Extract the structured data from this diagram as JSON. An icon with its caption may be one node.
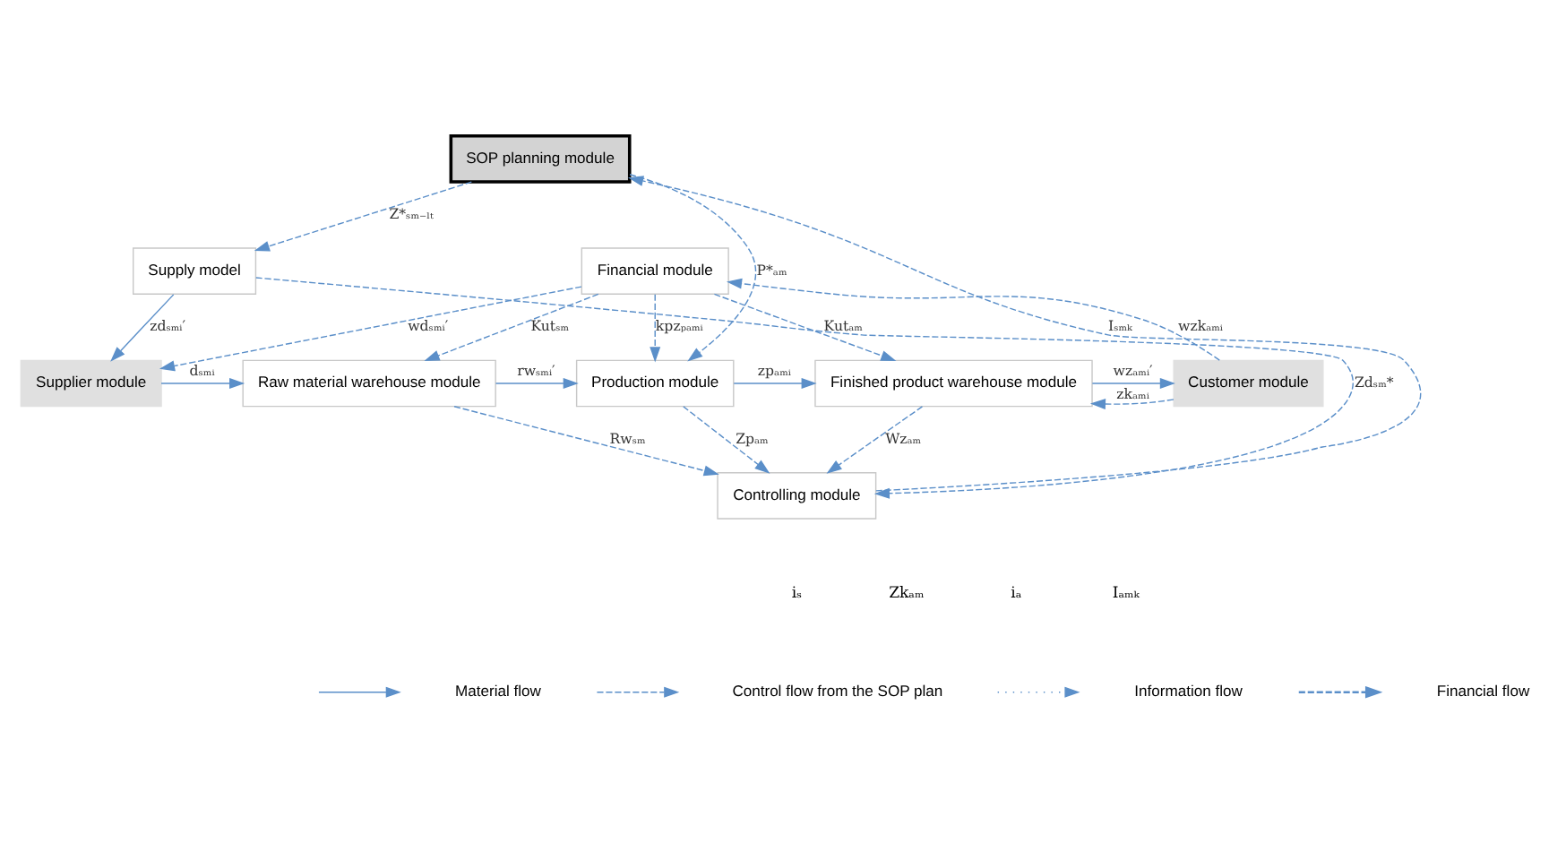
{
  "diagram": {
    "nodes": [
      {
        "text": [
          "SOP planning module"
        ]
      },
      {
        "text": [
          "Supply model"
        ]
      },
      {
        "text": [
          "Financial module"
        ]
      },
      {
        "text": [
          "Supplier module"
        ]
      },
      {
        "text": [
          "Raw material warehouse module"
        ]
      },
      {
        "text": [
          "Production module"
        ]
      },
      {
        "text": [
          "Finished product warehouse module"
        ]
      },
      {
        "text": [
          "Customer module"
        ]
      },
      {
        "text": [
          "Controlling module"
        ]
      }
    ],
    "edges": [
      {
        "from": 0,
        "to": 1,
        "arrow": "to",
        "style": "dashed",
        "label": "Z*ₛₘ₋ₗₜ"
      },
      {
        "from": 0,
        "to": 5,
        "arrow": "to",
        "style": "dashed",
        "label": "P*ₐₘ"
      },
      {
        "from": 1,
        "to": 3,
        "arrow": "to",
        "label": "zdₛₘᵢ′"
      },
      {
        "from": 3,
        "to": 4,
        "arrow": "to",
        "label": "dₛₘᵢ"
      },
      {
        "from": 4,
        "to": 5,
        "arrow": "to",
        "label": "rwₛₘᵢ′"
      },
      {
        "from": 5,
        "to": 6,
        "arrow": "to",
        "label": "zpₐₘᵢ"
      },
      {
        "from": 6,
        "to": 7,
        "arrow": "to",
        "label": "wzₐₘᵢ′"
      },
      {
        "from": 2,
        "to": 3,
        "arrow": "to",
        "style": "dashed",
        "label": "wdₛₘᵢ′"
      },
      {
        "from": 2,
        "to": 4,
        "arrow": "to",
        "style": "dashed",
        "label": "Kutₛₘ"
      },
      {
        "from": 2,
        "to": 5,
        "arrow": "to",
        "style": "dashed",
        "label": "kpzₚₐₘᵢ"
      },
      {
        "from": 2,
        "to": 6,
        "arrow": "to",
        "style": "dashed",
        "label": "Kutₐₘ"
      },
      {
        "from": 7,
        "to": 2,
        "arrow": "to",
        "style": "dashed",
        "label": "wzkₐₘᵢ"
      },
      {
        "from": 7,
        "to": 6,
        "arrow": "to",
        "style": "dashed",
        "label": "zkₐₘᵢ"
      },
      {
        "from": 1,
        "to": 8,
        "arrow": "to",
        "style": "dashed",
        "label": "Zdₛₘ*"
      },
      {
        "from": 4,
        "to": 8,
        "arrow": "to",
        "style": "dashed",
        "label": "Rwₛₘ"
      },
      {
        "from": 5,
        "to": 8,
        "arrow": "to",
        "style": "dashed",
        "label": "Zpₐₘ"
      },
      {
        "from": 6,
        "to": 8,
        "arrow": "to",
        "style": "dashed",
        "label": "Wzₐₘ"
      },
      {
        "from": 8,
        "to": 0,
        "arrow": "to",
        "style": "dashed",
        "label": "Iₛₘₖ"
      }
    ],
    "labels": [
      "iₛ",
      "Zkₐₘ",
      "iₐ",
      "Iₐₘₖ"
    ],
    "legend": [
      {
        "text": "Material flow"
      },
      {
        "text": "Control flow from the SOP plan"
      },
      {
        "text": "Information flow"
      },
      {
        "text": "Financial flow"
      }
    ]
  }
}
